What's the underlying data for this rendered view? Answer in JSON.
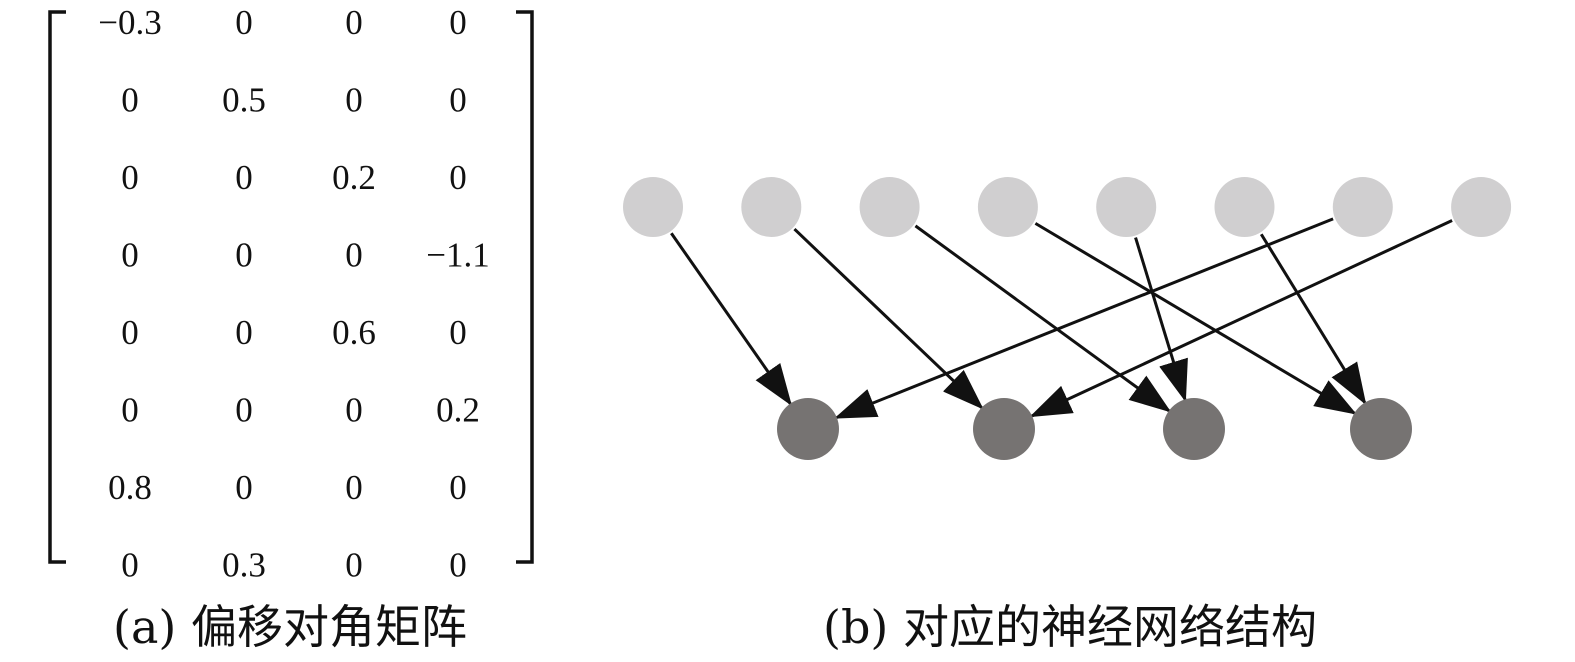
{
  "matrix": {
    "rows": [
      [
        "−0.3",
        "0",
        "0",
        "0"
      ],
      [
        "0",
        "0.5",
        "0",
        "0"
      ],
      [
        "0",
        "0",
        "0.2",
        "0"
      ],
      [
        "0",
        "0",
        "0",
        "−1.1"
      ],
      [
        "0",
        "0",
        "0.6",
        "0"
      ],
      [
        "0",
        "0",
        "0",
        "0.2"
      ],
      [
        "0.8",
        "0",
        "0",
        "0"
      ],
      [
        "0",
        "0.3",
        "0",
        "0"
      ]
    ]
  },
  "captions": {
    "a": "(a) 偏移对角矩阵",
    "b": "(b) 对应的神经网络结构"
  },
  "network": {
    "input_count": 8,
    "output_count": 4,
    "edges": [
      [
        0,
        0
      ],
      [
        1,
        1
      ],
      [
        2,
        2
      ],
      [
        3,
        3
      ],
      [
        4,
        2
      ],
      [
        5,
        3
      ],
      [
        6,
        0
      ],
      [
        7,
        1
      ]
    ],
    "colors": {
      "input": "#d0cfd0",
      "output": "#767372",
      "edge": "#111111"
    }
  }
}
